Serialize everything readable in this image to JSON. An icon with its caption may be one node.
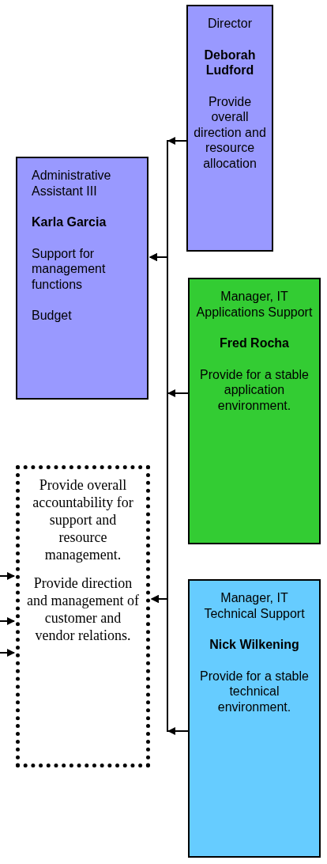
{
  "diagram": {
    "nodes": [
      {
        "text": [
          "Director",
          "Deborah Ludford",
          "Provide overall direction and resource allocation"
        ]
      },
      {
        "text": [
          "Administrative Assistant III",
          "Karla Garcia",
          "Support for management functions",
          "Budget"
        ]
      },
      {
        "text": [
          "Manager, IT Applications Support",
          "Fred Rocha",
          "Provide for a stable application environment."
        ]
      },
      {
        "text": [
          "Manager, IT Technical Support",
          "Nick Wilkening",
          "Provide for a stable technical environment."
        ]
      },
      {
        "text": [
          "Provide overall accountability for support and resource management.",
          "Provide direction and management of customer and vendor relations."
        ]
      }
    ],
    "edges": [
      {
        "from": 0,
        "to": 1,
        "arrow": "to"
      },
      {
        "from": 0,
        "to": 4,
        "arrow": "to"
      },
      {
        "from": 2,
        "to": 1,
        "arrow": "to"
      },
      {
        "from": 2,
        "to": 4,
        "arrow": "to"
      },
      {
        "from": 3,
        "to": 1,
        "arrow": "to"
      },
      {
        "from": 3,
        "to": 4,
        "arrow": "to"
      },
      {
        "from": null,
        "to": 4,
        "arrow": "to"
      },
      {
        "from": null,
        "to": 4,
        "arrow": "to"
      },
      {
        "from": null,
        "to": 4,
        "arrow": "to"
      }
    ]
  }
}
